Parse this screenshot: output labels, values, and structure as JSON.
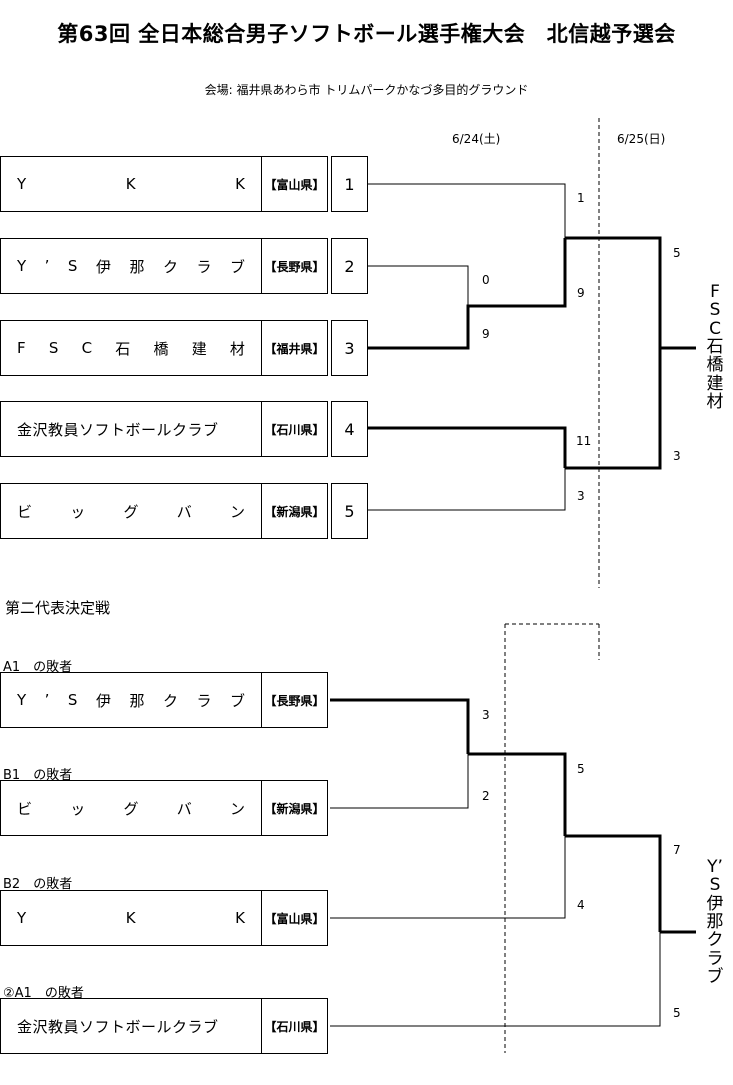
{
  "title": "第63回 全日本総合男子ソフトボール選手権大会　北信越予選会",
  "venue": "会場: 福井県あわら市 トリムパークかなづ多目的グラウンド",
  "dates": {
    "day1": "6/24(土)",
    "day2": "6/25(日)"
  },
  "bracket1": {
    "teams": [
      {
        "name_chars": [
          "Y",
          "K",
          "K"
        ],
        "pref": "【富山県】",
        "seed": "1"
      },
      {
        "name_chars": [
          "Y",
          "’",
          "S",
          "伊",
          "那",
          "ク",
          "ラ",
          "ブ"
        ],
        "pref": "【長野県】",
        "seed": "2"
      },
      {
        "name_chars": [
          "F",
          "S",
          "C",
          "石",
          "橋",
          "建",
          "材"
        ],
        "pref": "【福井県】",
        "seed": "3"
      },
      {
        "name": "金沢教員ソフトボールクラブ",
        "pref": "【石川県】",
        "seed": "4"
      },
      {
        "name_chars": [
          "ビ",
          "ッ",
          "グ",
          "バ",
          "ン"
        ],
        "pref": "【新潟県】",
        "seed": "5"
      }
    ],
    "scores": {
      "m1_team2": "0",
      "m1_team3": "9",
      "m2_team1": "1",
      "m2_winner": "9",
      "m3_team4": "11",
      "m3_team5": "3",
      "final_top": "5",
      "final_bottom": "3"
    },
    "winner_chars": [
      "F",
      "S",
      "C",
      "石",
      "橋",
      "建",
      "材"
    ]
  },
  "bracket2": {
    "section_title": "第二代表決定戦",
    "entries": [
      {
        "label": "A1　の敗者",
        "name_chars": [
          "Y",
          "’",
          "S",
          "伊",
          "那",
          "ク",
          "ラ",
          "ブ"
        ],
        "pref": "【長野県】"
      },
      {
        "label": "B1　の敗者",
        "name_chars": [
          "ビ",
          "ッ",
          "グ",
          "バ",
          "ン"
        ],
        "pref": "【新潟県】"
      },
      {
        "label": "B2　の敗者",
        "name_chars": [
          "Y",
          "K",
          "K"
        ],
        "pref": "【富山県】"
      },
      {
        "label": "②A1　の敗者",
        "name": "金沢教員ソフトボールクラブ",
        "pref": "【石川県】"
      }
    ],
    "scores": {
      "m1_top": "3",
      "m1_bottom": "2",
      "m2_top": "5",
      "m2_bottom": "4",
      "final_top": "7",
      "final_bottom": "5"
    },
    "winner_chars": [
      "Y’",
      "S",
      "伊",
      "那",
      "ク",
      "ラ",
      "ブ"
    ]
  }
}
